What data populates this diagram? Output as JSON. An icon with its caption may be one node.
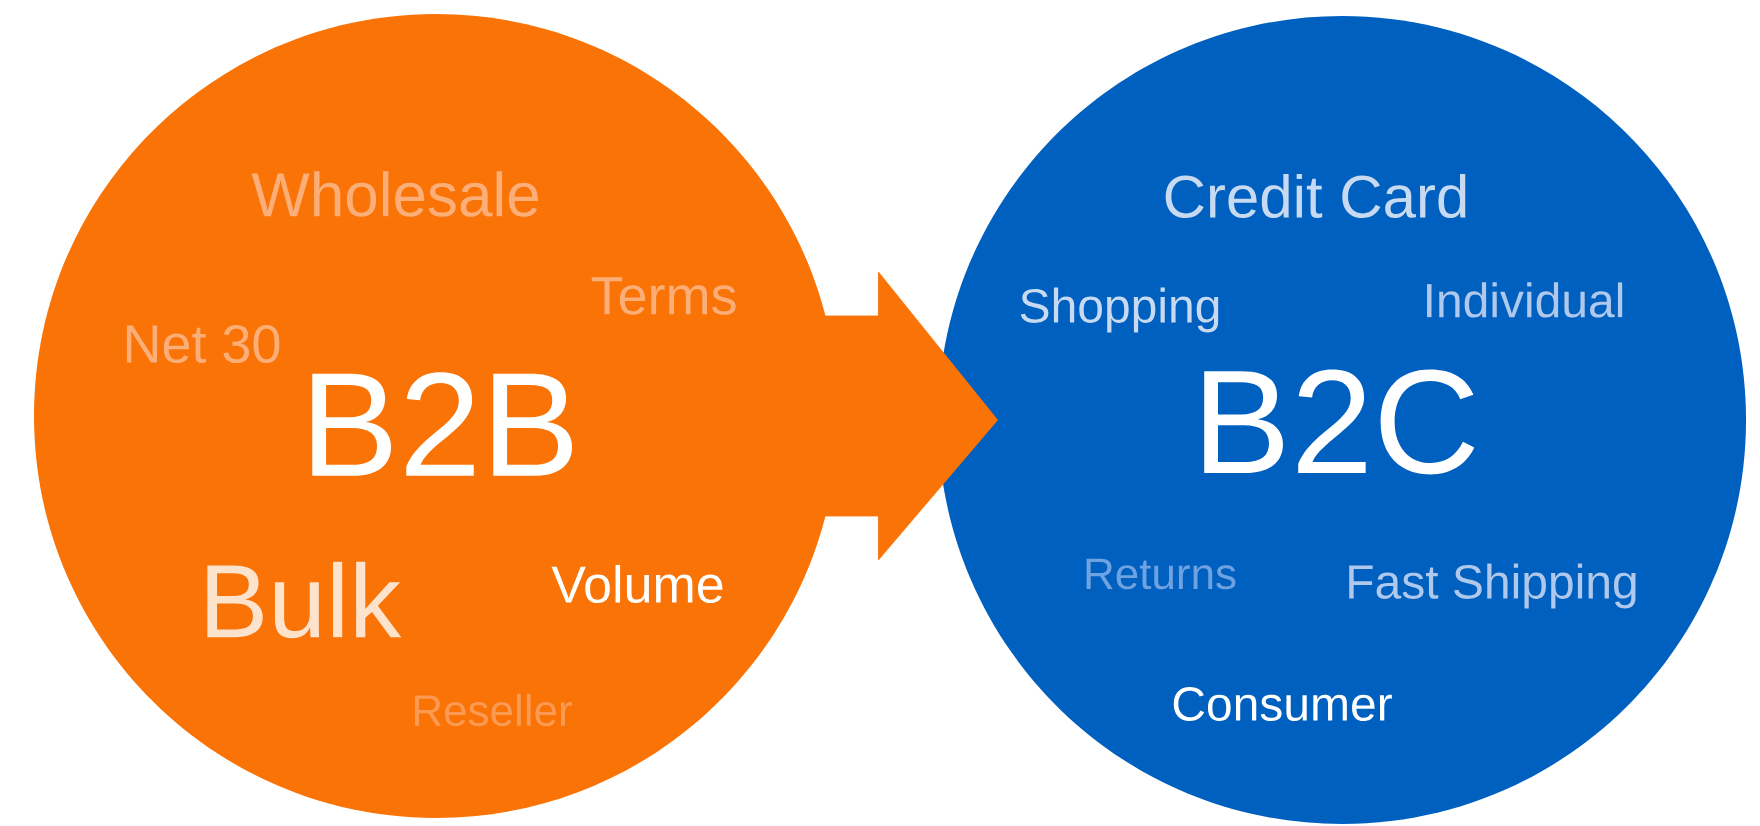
{
  "diagram": {
    "nodes": [
      {
        "text": [
          "Wholesale",
          "Terms",
          "Net 30",
          "B2B",
          "Bulk",
          "Volume",
          "Reseller"
        ]
      },
      {
        "text": [
          "Credit Card",
          "Shopping",
          "Individual",
          "B2C",
          "Returns",
          "Fast Shipping",
          "Consumer"
        ]
      }
    ],
    "edges": [
      {
        "from": 0,
        "to": 1,
        "arrow": "to"
      }
    ]
  }
}
